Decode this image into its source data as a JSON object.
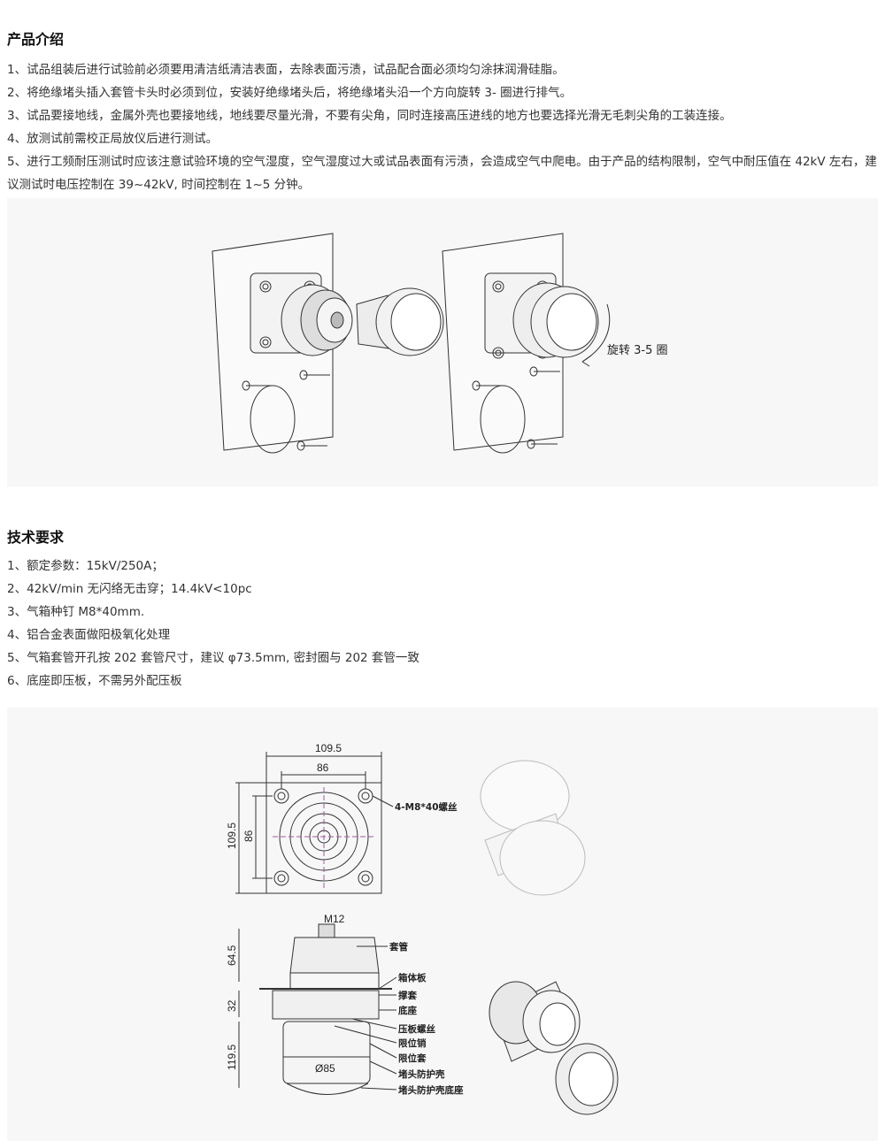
{
  "section1": {
    "title": "产品介绍",
    "items": [
      "1、试品组装后进行试验前必须要用清洁纸清洁表面，去除表面污渍，试品配合面必须均匀涂抹润滑硅脂。",
      "2、将绝缘堵头插入套管卡头时必须到位，安装好绝缘堵头后，将绝缘堵头沿一个方向旋转 3- 圈进行排气。",
      "3、试品要接地线，金属外壳也要接地线，地线要尽量光滑，不要有尖角，同时连接高压进线的地方也要选择光滑无毛刺尖角的工装连接。",
      "4、放测试前需校正局放仪后进行测试。",
      "5、进行工频耐压测试时应该注意试验环境的空气湿度，空气湿度过大或试品表面有污渍，会造成空气中爬电。由于产品的结构限制，空气中耐压值在 42kV 左右，建议测试时电压控制在 39~42kV, 时间控制在 1~5 分钟。"
    ],
    "figure_label": "旋转 3-5 圈"
  },
  "section2": {
    "title": "技术要求",
    "items": [
      "1、额定参数：15kV/250A；",
      "2、42kV/min 无闪络无击穿；14.4kV<10pc",
      "3、气箱种钉 M8*40mm.",
      "4、铝合金表面做阳极氧化处理",
      "5、气箱套管开孔按 202 套管尺寸，建议 φ73.5mm, 密封圈与 202 套管一致",
      "6、底座即压板，不需另外配压板"
    ]
  },
  "drawing": {
    "dim_top_outer": "109.5",
    "dim_top_inner": "86",
    "dim_side_outer": "109.5",
    "dim_side_inner": "86",
    "bolt_label": "4-M8*40螺丝",
    "thread_label": "M12",
    "dim_64": "64.5",
    "dim_32": "32",
    "dim_119": "119.5",
    "dia_label": "Ø85",
    "parts": [
      "套管",
      "箱体板",
      "撑套",
      "底座",
      "压板螺丝",
      "限位销",
      "限位套",
      "堵头防护壳",
      "堵头防护壳底座"
    ]
  }
}
